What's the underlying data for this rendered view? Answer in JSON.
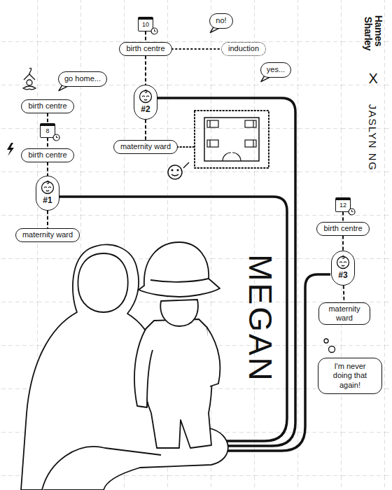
{
  "diagram": {
    "nodes": [
      {
        "text": [
          "no!"
        ]
      },
      {
        "text": [
          "10"
        ]
      },
      {
        "text": [
          "birth centre"
        ]
      },
      {
        "text": [
          "induction"
        ]
      },
      {
        "text": [
          "yes..."
        ]
      },
      {
        "text": [
          "go home..."
        ]
      },
      {
        "text": [
          "birth centre"
        ]
      },
      {
        "text": [
          "#2"
        ]
      },
      {
        "text": [
          "8"
        ]
      },
      {
        "text": [
          "maternity ward"
        ]
      },
      {
        "text": [
          "birth centre"
        ]
      },
      {
        "text": [
          "#1"
        ]
      },
      {
        "text": [
          "12"
        ]
      },
      {
        "text": [
          "birth centre"
        ]
      },
      {
        "text": [
          "maternity ward"
        ]
      },
      {
        "text": [
          "#3"
        ]
      },
      {
        "text": [
          "maternity ward"
        ]
      },
      {
        "text": [
          "I'm never doing that again!"
        ]
      }
    ],
    "edges": [
      {
        "from": 1,
        "to": 2,
        "arrow": "none"
      },
      {
        "from": 2,
        "to": 7,
        "arrow": "none"
      },
      {
        "from": 7,
        "to": 9,
        "arrow": "none"
      },
      {
        "from": 2,
        "to": 3,
        "arrow": "none"
      },
      {
        "from": 6,
        "to": 8,
        "arrow": "none"
      },
      {
        "from": 8,
        "to": 10,
        "arrow": "none"
      },
      {
        "from": 10,
        "to": 11,
        "arrow": "none"
      },
      {
        "from": 11,
        "to": 14,
        "arrow": "none"
      },
      {
        "from": 12,
        "to": 13,
        "arrow": "none"
      },
      {
        "from": 13,
        "to": 15,
        "arrow": "none"
      },
      {
        "from": 15,
        "to": 16,
        "arrow": "none"
      }
    ],
    "labels": [
      "Hames",
      "Sharley",
      "X",
      "JASLYN NG",
      "MEGAN"
    ]
  }
}
